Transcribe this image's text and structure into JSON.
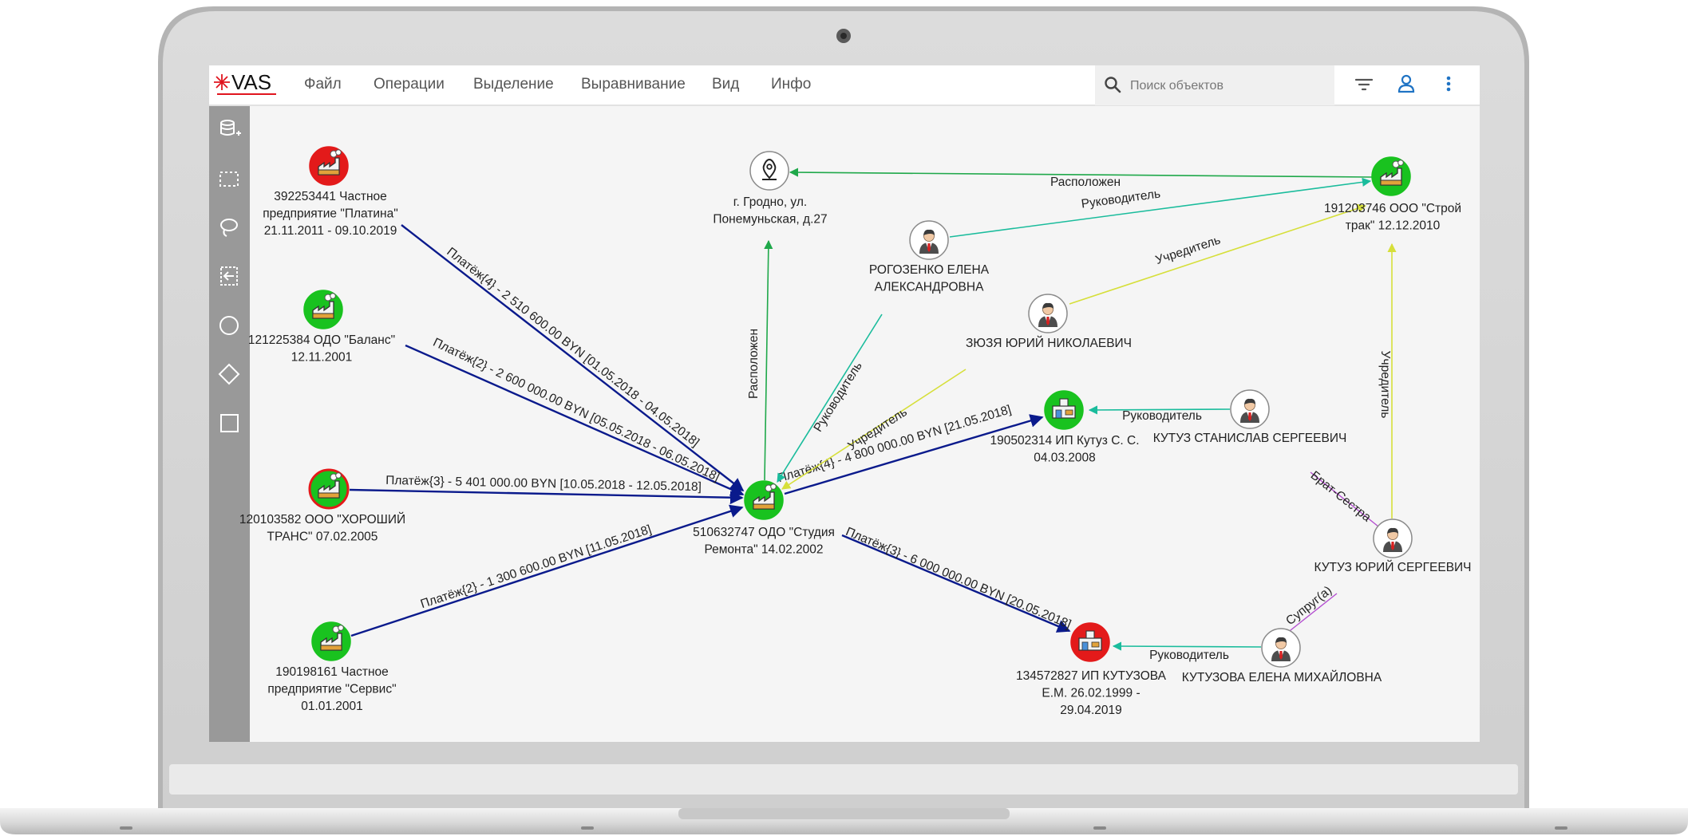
{
  "app": {
    "logo_text": "VAS"
  },
  "menu": [
    {
      "id": "file",
      "label": "Файл"
    },
    {
      "id": "operations",
      "label": "Операции"
    },
    {
      "id": "selection",
      "label": "Выделение"
    },
    {
      "id": "alignment",
      "label": "Выравнивание"
    },
    {
      "id": "view",
      "label": "Вид"
    },
    {
      "id": "info",
      "label": "Инфо"
    }
  ],
  "search": {
    "placeholder": "Поиск объектов",
    "icon": "search-icon"
  },
  "header_icons": [
    "filter-icon",
    "user-icon",
    "more-vert-icon"
  ],
  "toolbar": [
    {
      "id": "add-data",
      "icon": "database-add-icon"
    },
    {
      "id": "rect-select",
      "icon": "rect-select-icon"
    },
    {
      "id": "lasso",
      "icon": "lasso-icon"
    },
    {
      "id": "import",
      "icon": "import-icon"
    },
    {
      "id": "circle",
      "icon": "circle-shape-icon"
    },
    {
      "id": "diamond",
      "icon": "diamond-shape-icon"
    },
    {
      "id": "square",
      "icon": "square-shape-icon"
    }
  ],
  "colors": {
    "payment": "#0a1a8c",
    "leader": "#1abc9c",
    "founder": "#d6df3a",
    "located": "#1fa84a",
    "relative": "#b44fd0",
    "node_green": "#19c21f",
    "node_red": "#e31a1a"
  },
  "graph": {
    "nodes": [
      {
        "id": "platina",
        "kind": "company",
        "status": "red",
        "lines": [
          "392253441  Частное",
          "предприятие \"Платина\"",
          "21.11.2011 -  09.10.2019"
        ]
      },
      {
        "id": "balans",
        "kind": "company",
        "status": "green",
        "lines": [
          "121225384  ОДО \"Баланс\"",
          "12.11.2001"
        ]
      },
      {
        "id": "horoshiy",
        "kind": "company",
        "status": "green-red",
        "lines": [
          "120103582  ООО \"ХОРОШИЙ",
          "ТРАНС\"  07.02.2005"
        ]
      },
      {
        "id": "servis",
        "kind": "company",
        "status": "green",
        "lines": [
          "190198161  Частное",
          "предприятие \"Сервис\"",
          "01.01.2001"
        ]
      },
      {
        "id": "studia",
        "kind": "company",
        "status": "green",
        "lines": [
          "510632747  ОДО \"Студия",
          "Ремонта\"  14.02.2002"
        ]
      },
      {
        "id": "grodno",
        "kind": "location",
        "status": "white",
        "lines": [
          "г. Гродно, ул.",
          "Понемуньская, д.27"
        ]
      },
      {
        "id": "rogozenko",
        "kind": "person",
        "status": "white",
        "lines": [
          "РОГОЗЕНКО ЕЛЕНА",
          "АЛЕКСАНДРОВНА"
        ]
      },
      {
        "id": "zyuzya",
        "kind": "person",
        "status": "white",
        "lines": [
          "ЗЮЗЯ ЮРИЙ НИКОЛАЕВИЧ"
        ]
      },
      {
        "id": "stroytrak",
        "kind": "company",
        "status": "green",
        "lines": [
          "191203746  ООО \"Строй",
          "трак\"  12.12.2010"
        ]
      },
      {
        "id": "kutuz_ip",
        "kind": "shop",
        "status": "green",
        "lines": [
          "190502314  ИП Кутуз С. С.",
          "04.03.2008"
        ]
      },
      {
        "id": "kutuz_st",
        "kind": "person",
        "status": "white",
        "lines": [
          "КУТУЗ СТАНИСЛАВ СЕРГЕЕВИЧ"
        ]
      },
      {
        "id": "kutuz_yu",
        "kind": "person",
        "status": "white",
        "lines": [
          "КУТУЗ ЮРИЙ СЕРГЕЕВИЧ"
        ]
      },
      {
        "id": "kutuzova_ip",
        "kind": "shop",
        "status": "red",
        "lines": [
          "134572827 ИП КУТУЗОВА",
          "Е.М.   26.02.1999 -",
          "29.04.2019"
        ]
      },
      {
        "id": "kutuzova_em",
        "kind": "person",
        "status": "white",
        "lines": [
          "КУТУЗОВА ЕЛЕНА МИХАЙЛОВНА"
        ]
      }
    ],
    "edges": [
      {
        "id": "e1",
        "from": "platina",
        "to": "studia",
        "type": "payment",
        "label": "Платёж{4} - 2 510 600.00 BYN   [01.05.2018 - 04.05.2018]"
      },
      {
        "id": "e2",
        "from": "balans",
        "to": "studia",
        "type": "payment",
        "label": "Платёж{2} - 2 600 000.00 BYN   [05.05.2018 - 06.05.2018]"
      },
      {
        "id": "e3",
        "from": "horoshiy",
        "to": "studia",
        "type": "payment",
        "label": "Платёж{3} - 5 401 000.00 BYN   [10.05.2018 - 12.05.2018]"
      },
      {
        "id": "e4",
        "from": "servis",
        "to": "studia",
        "type": "payment",
        "label": "Платёж{2} - 1 300 600.00 BYN   [11.05.2018]"
      },
      {
        "id": "e5",
        "from": "studia",
        "to": "kutuz_ip",
        "type": "payment",
        "label": "Платёж{4} - 4 800 000.00 BYN   [21.05.2018]"
      },
      {
        "id": "e6",
        "from": "studia",
        "to": "kutuzova_ip",
        "type": "payment",
        "label": "Платёж{3} - 6 000 000.00 BYN   [20.05.2018]"
      },
      {
        "id": "e7",
        "from": "studia",
        "to": "grodno",
        "type": "located",
        "label": "Расположен"
      },
      {
        "id": "e8",
        "from": "stroytrak",
        "to": "grodno",
        "type": "located",
        "label": "Расположен"
      },
      {
        "id": "e9",
        "from": "rogozenko",
        "to": "studia",
        "type": "leader",
        "label": "Руководитель"
      },
      {
        "id": "e10",
        "from": "rogozenko",
        "to": "stroytrak",
        "type": "leader",
        "label": "Руководитель"
      },
      {
        "id": "e11",
        "from": "zyuzya",
        "to": "studia",
        "type": "founder",
        "label": "Учредитель"
      },
      {
        "id": "e12",
        "from": "zyuzya",
        "to": "stroytrak",
        "type": "founder",
        "label": "Учредитель"
      },
      {
        "id": "e13",
        "from": "kutuz_yu",
        "to": "stroytrak",
        "type": "founder",
        "label": "Учредитель"
      },
      {
        "id": "e14",
        "from": "kutuz_st",
        "to": "kutuz_ip",
        "type": "leader",
        "label": "Руководитель"
      },
      {
        "id": "e15",
        "from": "kutuzova_em",
        "to": "kutuzova_ip",
        "type": "leader",
        "label": "Руководитель"
      },
      {
        "id": "e16",
        "from": "kutuz_st",
        "to": "kutuz_yu",
        "type": "relative",
        "label": "Брат-Сестра"
      },
      {
        "id": "e17",
        "from": "kutuz_yu",
        "to": "kutuzova_em",
        "type": "relative",
        "label": "Супруг(а)"
      }
    ]
  }
}
